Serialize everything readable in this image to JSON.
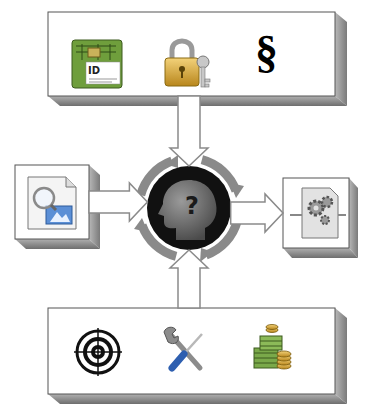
{
  "diagram": {
    "nodes": [
      {
        "text": [
          "ID",
          "§"
        ]
      },
      {
        "text": []
      },
      {
        "text": [
          "?"
        ]
      },
      {
        "text": []
      },
      {
        "text": []
      }
    ],
    "edges": [
      {
        "from": 0,
        "to": 2,
        "arrow": "to"
      },
      {
        "from": 1,
        "to": 2,
        "arrow": "to"
      },
      {
        "from": 2,
        "to": 3,
        "arrow": "to"
      },
      {
        "from": 4,
        "to": 2,
        "arrow": "to"
      }
    ]
  }
}
